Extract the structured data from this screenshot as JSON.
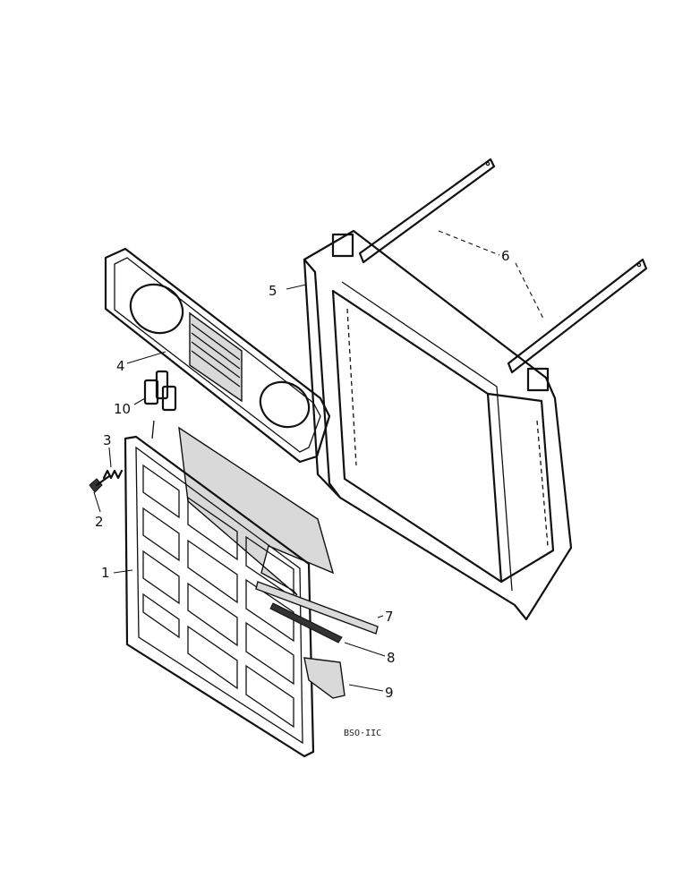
{
  "callouts": {
    "c1": "1",
    "c2": "2",
    "c3": "3",
    "c4": "4",
    "c5": "5",
    "c6": "6",
    "c7": "7",
    "c8": "8",
    "c9": "9",
    "c10": "10"
  },
  "reference_code": "BSO·IIC"
}
